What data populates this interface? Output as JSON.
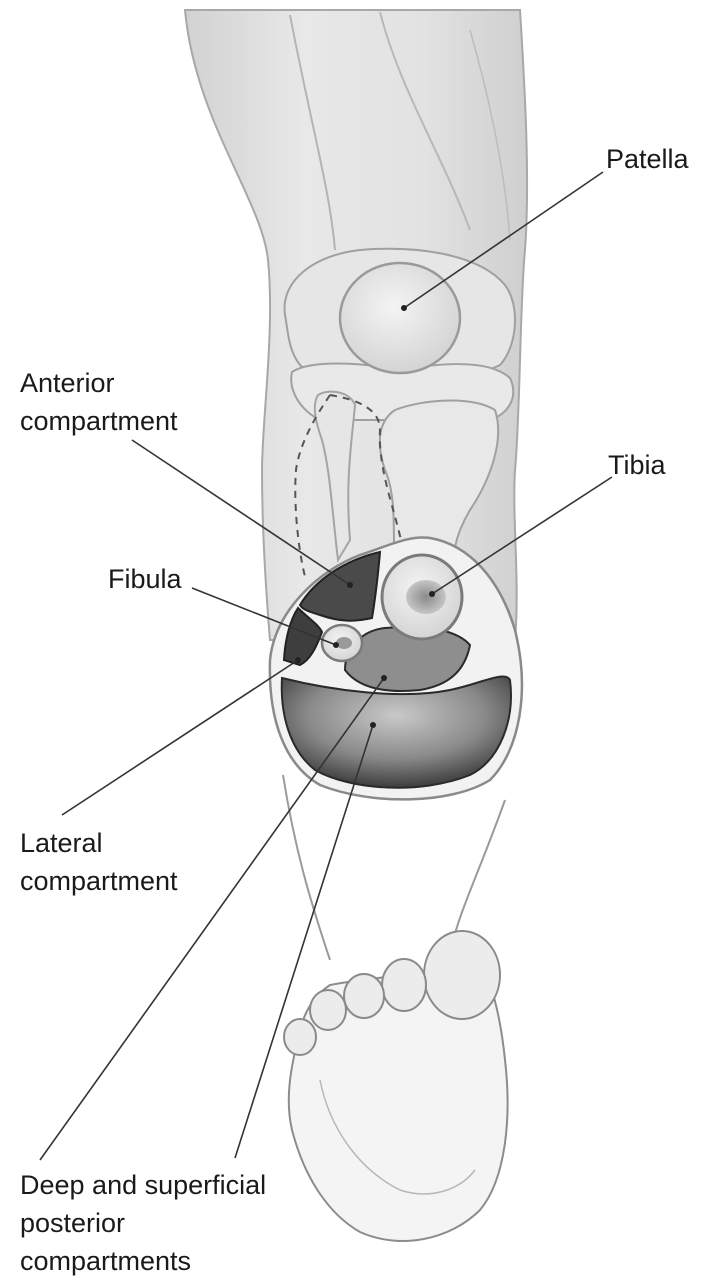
{
  "diagram": {
    "labels": {
      "patella": "Patella",
      "anterior_compartment": [
        "Anterior",
        "compartment"
      ],
      "tibia": "Tibia",
      "fibula": "Fibula",
      "lateral_compartment": [
        "Lateral",
        "compartment"
      ],
      "deep_superficial_posterior": [
        "Deep and superficial",
        "posterior",
        "compartments"
      ]
    },
    "colors": {
      "leg_fill": "#e4e4e4",
      "bone_fill": "#ececec",
      "outline": "#9a9a9a",
      "section_dark": "#3a3a3a",
      "leader_line": "#333333",
      "text": "#1a1a1a"
    }
  }
}
